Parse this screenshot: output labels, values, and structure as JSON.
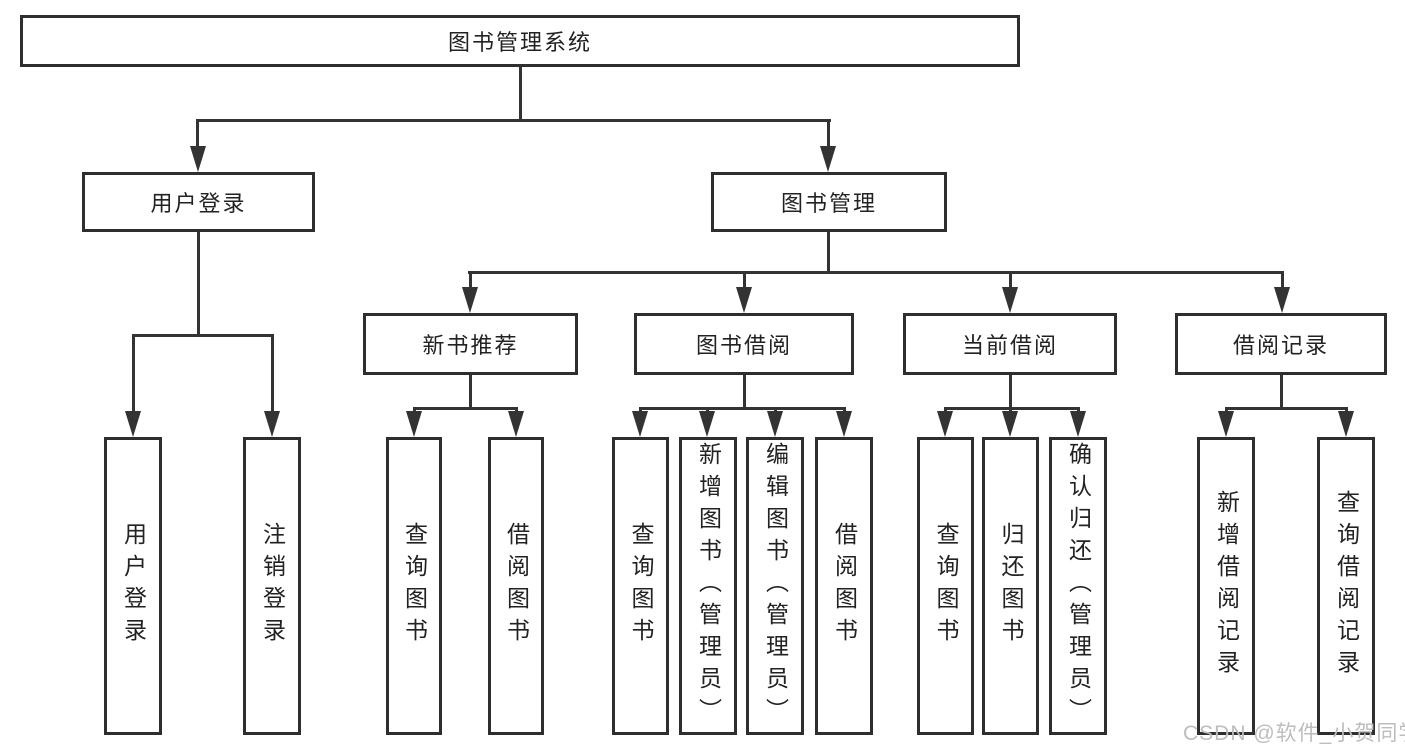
{
  "diagram_title": "图书管理系统",
  "nodes": {
    "root": "图书管理系统",
    "user_login": "用户登录",
    "book_mgmt": "图书管理",
    "new_book_rec": "新书推荐",
    "book_borrow": "图书借阅",
    "current_borrow": "当前借阅",
    "borrow_record": "借阅记录",
    "ul_user_login": "用户登录",
    "ul_logout": "注销登录",
    "nbr_query_book": "查询图书",
    "nbr_borrow_book": "借阅图书",
    "bb_query_book": "查询图书",
    "bb_add_book": "新增图书（管理员）",
    "bb_edit_book": "编辑图书（管理员）",
    "bb_borrow_book": "借阅图书",
    "cb_query_book": "查询图书",
    "cb_return_book": "归还图书",
    "cb_confirm_return": "确认归还（管理员）",
    "br_add_record": "新增借阅记录",
    "br_query_record": "查询借阅记录"
  },
  "tree": {
    "label": "图书管理系统",
    "children": [
      {
        "label": "用户登录",
        "children": [
          {
            "label": "用户登录"
          },
          {
            "label": "注销登录"
          }
        ]
      },
      {
        "label": "图书管理",
        "children": [
          {
            "label": "新书推荐",
            "children": [
              {
                "label": "查询图书"
              },
              {
                "label": "借阅图书"
              }
            ]
          },
          {
            "label": "图书借阅",
            "children": [
              {
                "label": "查询图书"
              },
              {
                "label": "新增图书（管理员）"
              },
              {
                "label": "编辑图书（管理员）"
              },
              {
                "label": "借阅图书"
              }
            ]
          },
          {
            "label": "当前借阅",
            "children": [
              {
                "label": "查询图书"
              },
              {
                "label": "归还图书"
              },
              {
                "label": "确认归还（管理员）"
              }
            ]
          },
          {
            "label": "借阅记录",
            "children": [
              {
                "label": "新增借阅记录"
              },
              {
                "label": "查询借阅记录"
              }
            ]
          }
        ]
      }
    ]
  },
  "watermark": "CSDN @软件_小贺同学",
  "colors": {
    "line": "#333333",
    "box_border": "#2e2e2e",
    "text": "#222222",
    "watermark": "#bdbdbd",
    "background": "#ffffff"
  }
}
